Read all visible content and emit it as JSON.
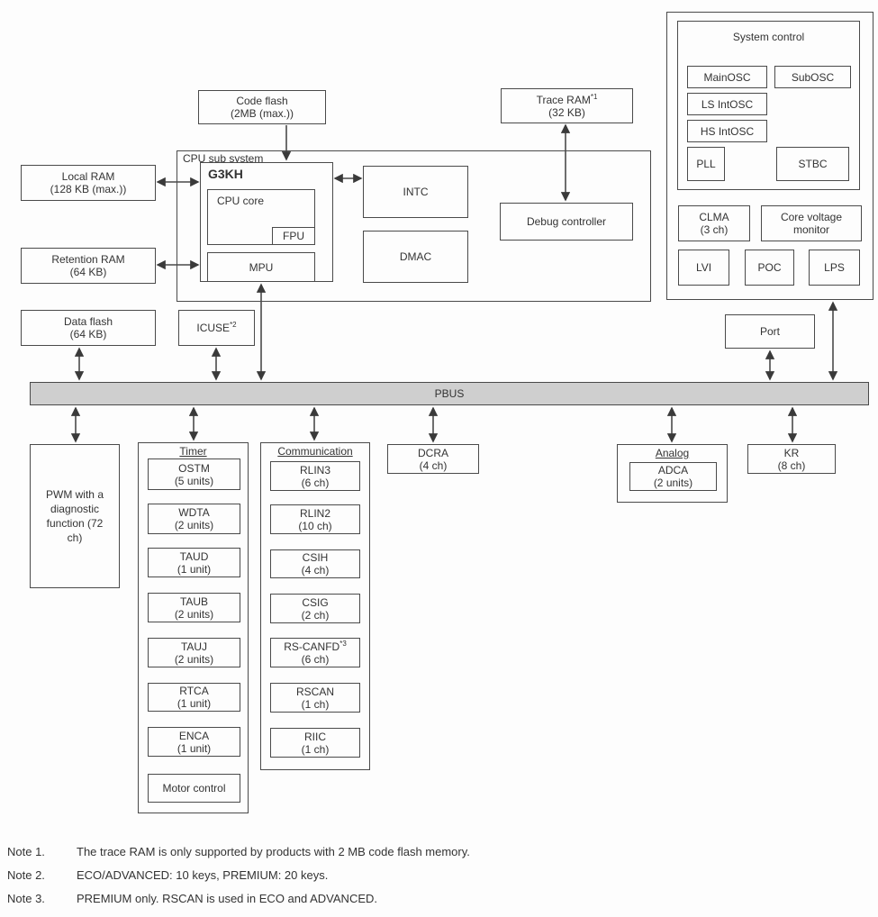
{
  "blocks": {
    "code_flash": {
      "name": "Code flash",
      "detail": "(2MB (max.))"
    },
    "trace_ram": {
      "name": "Trace RAM",
      "sup": "*1",
      "detail": "(32 KB)"
    },
    "local_ram": {
      "name": "Local RAM",
      "detail": "(128 KB (max.))"
    },
    "retention_ram": {
      "name": "Retention RAM",
      "detail": "(64 KB)"
    },
    "data_flash": {
      "name": "Data flash",
      "detail": "(64 KB)"
    },
    "icuse": {
      "name": "ICUSE",
      "sup": "*2"
    },
    "port": {
      "name": "Port"
    },
    "pbus": {
      "name": "PBUS"
    },
    "dcra": {
      "name": "DCRA",
      "detail": "(4 ch)"
    },
    "kr": {
      "name": "KR",
      "detail": "(8 ch)"
    },
    "pwm": {
      "text": "PWM with a diagnostic function (72 ch)"
    }
  },
  "cpu_subsystem": {
    "label": "CPU sub system",
    "g3kh": "G3KH",
    "cpu_core": "CPU core",
    "fpu": "FPU",
    "mpu": "MPU",
    "intc": "INTC",
    "dmac": "DMAC",
    "debug_controller": "Debug controller"
  },
  "system_control": {
    "title": "System control",
    "main_osc": "MainOSC",
    "sub_osc": "SubOSC",
    "ls_intosc": "LS IntOSC",
    "hs_intosc": "HS IntOSC",
    "pll": "PLL",
    "stbc": "STBC",
    "clma": {
      "name": "CLMA",
      "detail": "(3 ch)"
    },
    "core_voltage_monitor": {
      "line1": "Core voltage",
      "line2": "monitor"
    },
    "lvi": "LVI",
    "poc": "POC",
    "lps": "LPS"
  },
  "timer": {
    "label": "Timer",
    "items": [
      {
        "name": "OSTM",
        "detail": "(5 units)"
      },
      {
        "name": "WDTA",
        "detail": "(2 units)"
      },
      {
        "name": "TAUD",
        "detail": "(1 unit)"
      },
      {
        "name": "TAUB",
        "detail": "(2 units)"
      },
      {
        "name": "TAUJ",
        "detail": "(2 units)"
      },
      {
        "name": "RTCA",
        "detail": "(1 unit)"
      },
      {
        "name": "ENCA",
        "detail": "(1 unit)"
      },
      {
        "name": "Motor control"
      }
    ]
  },
  "communication": {
    "label": "Communication",
    "items": [
      {
        "name": "RLIN3",
        "detail": "(6 ch)"
      },
      {
        "name": "RLIN2",
        "detail": "(10 ch)"
      },
      {
        "name": "CSIH",
        "detail": "(4 ch)"
      },
      {
        "name": "CSIG",
        "detail": "(2 ch)"
      },
      {
        "name": "RS-CANFD",
        "sup": "*3",
        "detail": "(6 ch)"
      },
      {
        "name": "RSCAN",
        "detail": "(1 ch)"
      },
      {
        "name": "RIIC",
        "detail": "(1 ch)"
      }
    ]
  },
  "analog": {
    "label": "Analog",
    "adca": {
      "name": "ADCA",
      "detail": "(2 units)"
    }
  },
  "notes": [
    {
      "label": "Note 1.",
      "text": "The trace RAM is only supported by products with 2 MB code flash memory."
    },
    {
      "label": "Note 2.",
      "text": "ECO/ADVANCED: 10 keys, PREMIUM: 20 keys."
    },
    {
      "label": "Note 3.",
      "text": "PREMIUM only. RSCAN is used in ECO and ADVANCED."
    }
  ],
  "colors": {
    "line": "#4a4a4a",
    "bus_fill": "#cfcfcf",
    "text": "#333333"
  }
}
